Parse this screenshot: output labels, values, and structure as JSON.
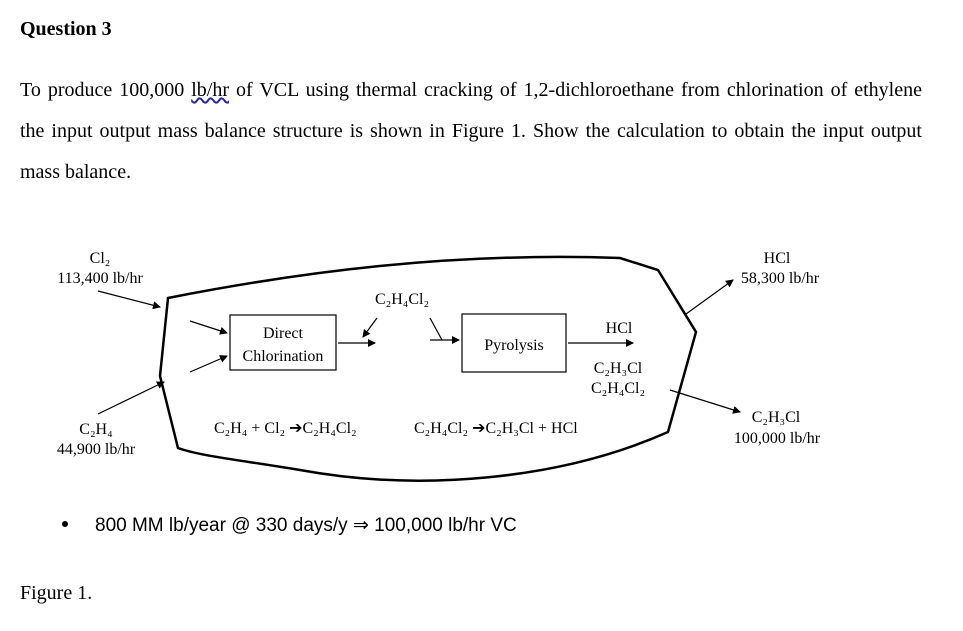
{
  "heading": "Question 3",
  "paragraph": {
    "part1": "To produce 100,000 ",
    "unit": "lb/hr",
    "part2": " of VCL using thermal cracking of 1,2-dichloroethane from chlorination of ethylene the input output mass balance structure is shown in Figure 1. Show the calculation to obtain the input output mass balance."
  },
  "diagram": {
    "cl2": {
      "formula": "Cl₂",
      "rate": "113,400 lb/hr"
    },
    "c2h4": {
      "formula": "C₂H₄",
      "rate": "44,900 lb/hr"
    },
    "hcl_out": {
      "formula": "HCl",
      "rate": "58,300 lb/hr"
    },
    "vc_out": {
      "formula": "C₂H₃Cl",
      "rate": "100,000 lb/hr"
    },
    "box_direct": {
      "line1": "Direct",
      "line2": "Chlorination"
    },
    "box_pyrolysis": "Pyrolysis",
    "edc_label": "C₂H₄Cl₂",
    "pyro_hcl": "HCl",
    "pyro_vc": "C₂H₃Cl",
    "pyro_edc": "C₂H₄Cl₂",
    "reaction1": "C₂H₄ + Cl₂ ➔C₂H₄Cl₂",
    "reaction2": "C₂H₄Cl₂ ➔C₂H₃Cl + HCl"
  },
  "bullet": "800 MM lb/year @ 330 days/y ⇒ 100,000 lb/hr VC",
  "caption": "Figure 1."
}
